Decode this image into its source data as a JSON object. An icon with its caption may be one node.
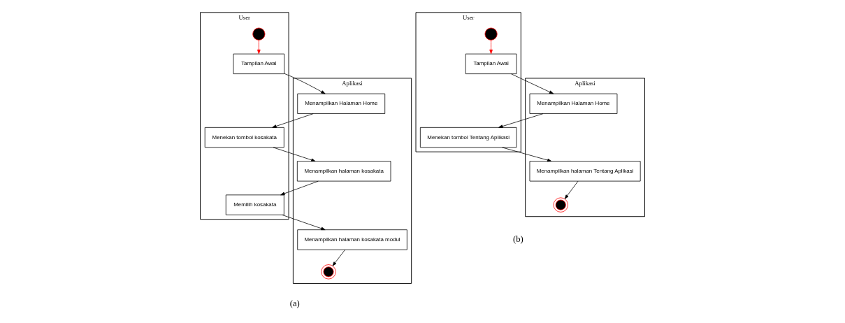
{
  "diagram": {
    "nodes": [
      {
        "text": [
          "User"
        ]
      },
      {
        "text": [
          "Aplikasi"
        ]
      },
      {
        "text": [],
        "shape": "circle",
        "in": 0
      },
      {
        "text": [
          "Tampilan Awal"
        ],
        "in": 0
      },
      {
        "text": [
          "Menampilkan Halaman Home"
        ],
        "in": 1
      },
      {
        "text": [
          "Menekan tombol kosakata"
        ],
        "in": 0
      },
      {
        "text": [
          "Menampilkan halaman kosakata"
        ],
        "in": 1
      },
      {
        "text": [
          "Memilih kosakata"
        ],
        "in": 0
      },
      {
        "text": [
          "Menampilkan halaman kosakata modul"
        ],
        "in": 1
      },
      {
        "text": [],
        "shape": "bullseye",
        "in": 1
      },
      {
        "text": [
          "User"
        ]
      },
      {
        "text": [
          "Aplikasi"
        ]
      },
      {
        "text": [],
        "shape": "circle",
        "in": 10
      },
      {
        "text": [
          "Tampilan Awal"
        ],
        "in": 10
      },
      {
        "text": [
          "Menampilkan Halaman Home"
        ],
        "in": 11
      },
      {
        "text": [
          "Menekan tombol Tentang Aplikasi"
        ],
        "in": 10
      },
      {
        "text": [
          "Menampilkan halaman Tentang Aplikasi"
        ],
        "in": 11
      },
      {
        "text": [],
        "shape": "bullseye",
        "in": 11
      }
    ],
    "edges": [
      {
        "from": 2,
        "to": 3,
        "arrow": "to",
        "color": "#ff0000"
      },
      {
        "from": 3,
        "to": 4,
        "arrow": "to"
      },
      {
        "from": 4,
        "to": 5,
        "arrow": "to"
      },
      {
        "from": 5,
        "to": 6,
        "arrow": "to"
      },
      {
        "from": 6,
        "to": 7,
        "arrow": "to"
      },
      {
        "from": 7,
        "to": 8,
        "arrow": "to"
      },
      {
        "from": 8,
        "to": 9,
        "arrow": "to"
      },
      {
        "from": 12,
        "to": 13,
        "arrow": "to",
        "color": "#ff0000"
      },
      {
        "from": 13,
        "to": 14,
        "arrow": "to"
      },
      {
        "from": 14,
        "to": 15,
        "arrow": "to"
      },
      {
        "from": 15,
        "to": 16,
        "arrow": "to"
      },
      {
        "from": 16,
        "to": 17,
        "arrow": "to"
      }
    ],
    "labels": [
      "(a)",
      "(b)"
    ]
  }
}
